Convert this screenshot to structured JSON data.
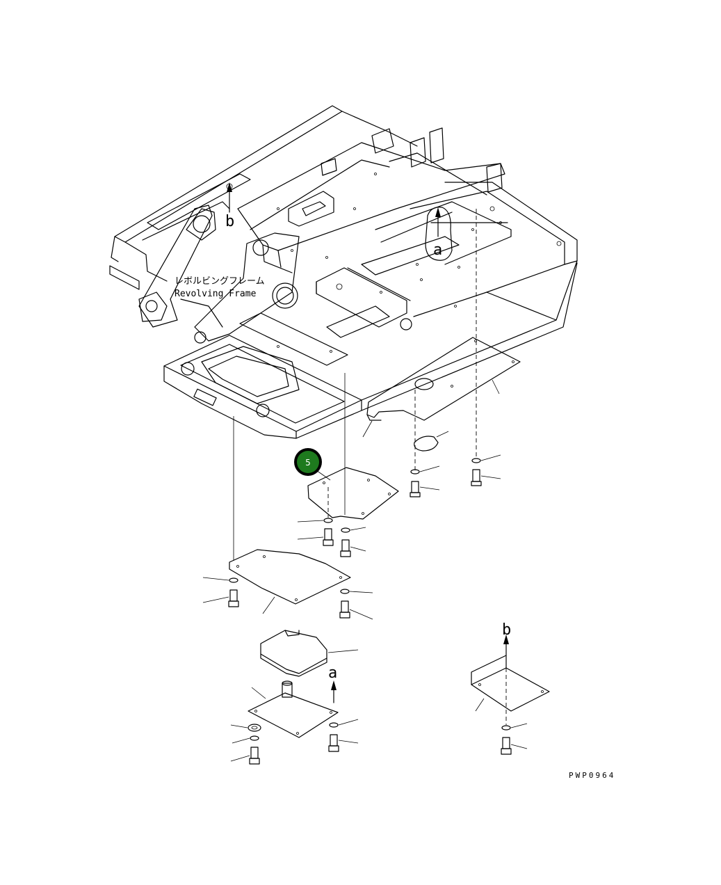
{
  "frame_label": {
    "jp": "レボルビングフレーム",
    "en": "Revolving Frame"
  },
  "view_markers": {
    "a": "a",
    "b": "b"
  },
  "callout": {
    "number": "5",
    "color": "#1e7a1e"
  },
  "drawing_code": "PWP0964"
}
